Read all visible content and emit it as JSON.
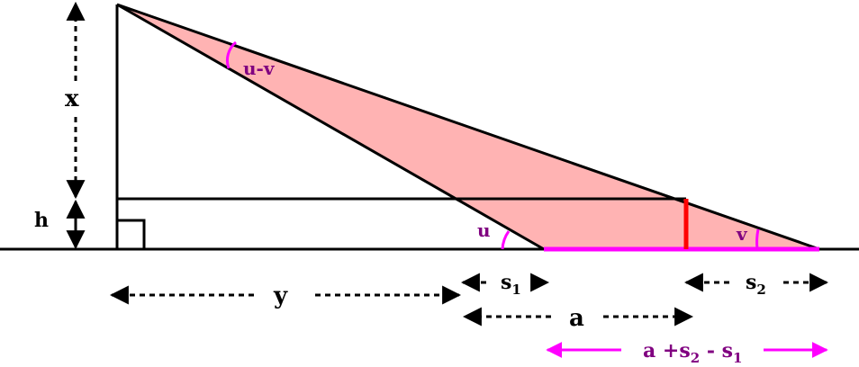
{
  "colors": {
    "line": "#000000",
    "fill": "#ffb3b3",
    "magenta": "#ff00ff",
    "purple": "#800080",
    "red": "#ff0000"
  },
  "labels": {
    "x": "x",
    "h": "h",
    "y": "y",
    "u_minus_v": "u-v",
    "u": "u",
    "v": "v",
    "s": "s",
    "s1_sub": "1",
    "s2_sub": "2",
    "a": "a",
    "sum_a": "a +s",
    "sum_mid": " - s"
  }
}
